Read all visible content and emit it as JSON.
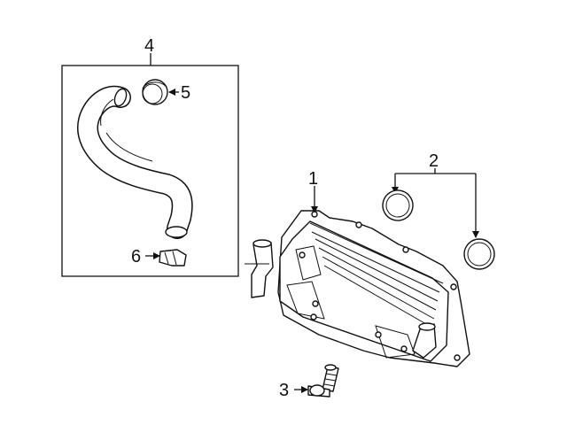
{
  "callouts": [
    {
      "id": "1",
      "text": "1"
    },
    {
      "id": "2",
      "text": "2"
    },
    {
      "id": "3",
      "text": "3"
    },
    {
      "id": "4",
      "text": "4"
    },
    {
      "id": "5",
      "text": "5"
    },
    {
      "id": "6",
      "text": "6"
    }
  ],
  "colors": {
    "line": "#111111",
    "background": "#ffffff"
  }
}
